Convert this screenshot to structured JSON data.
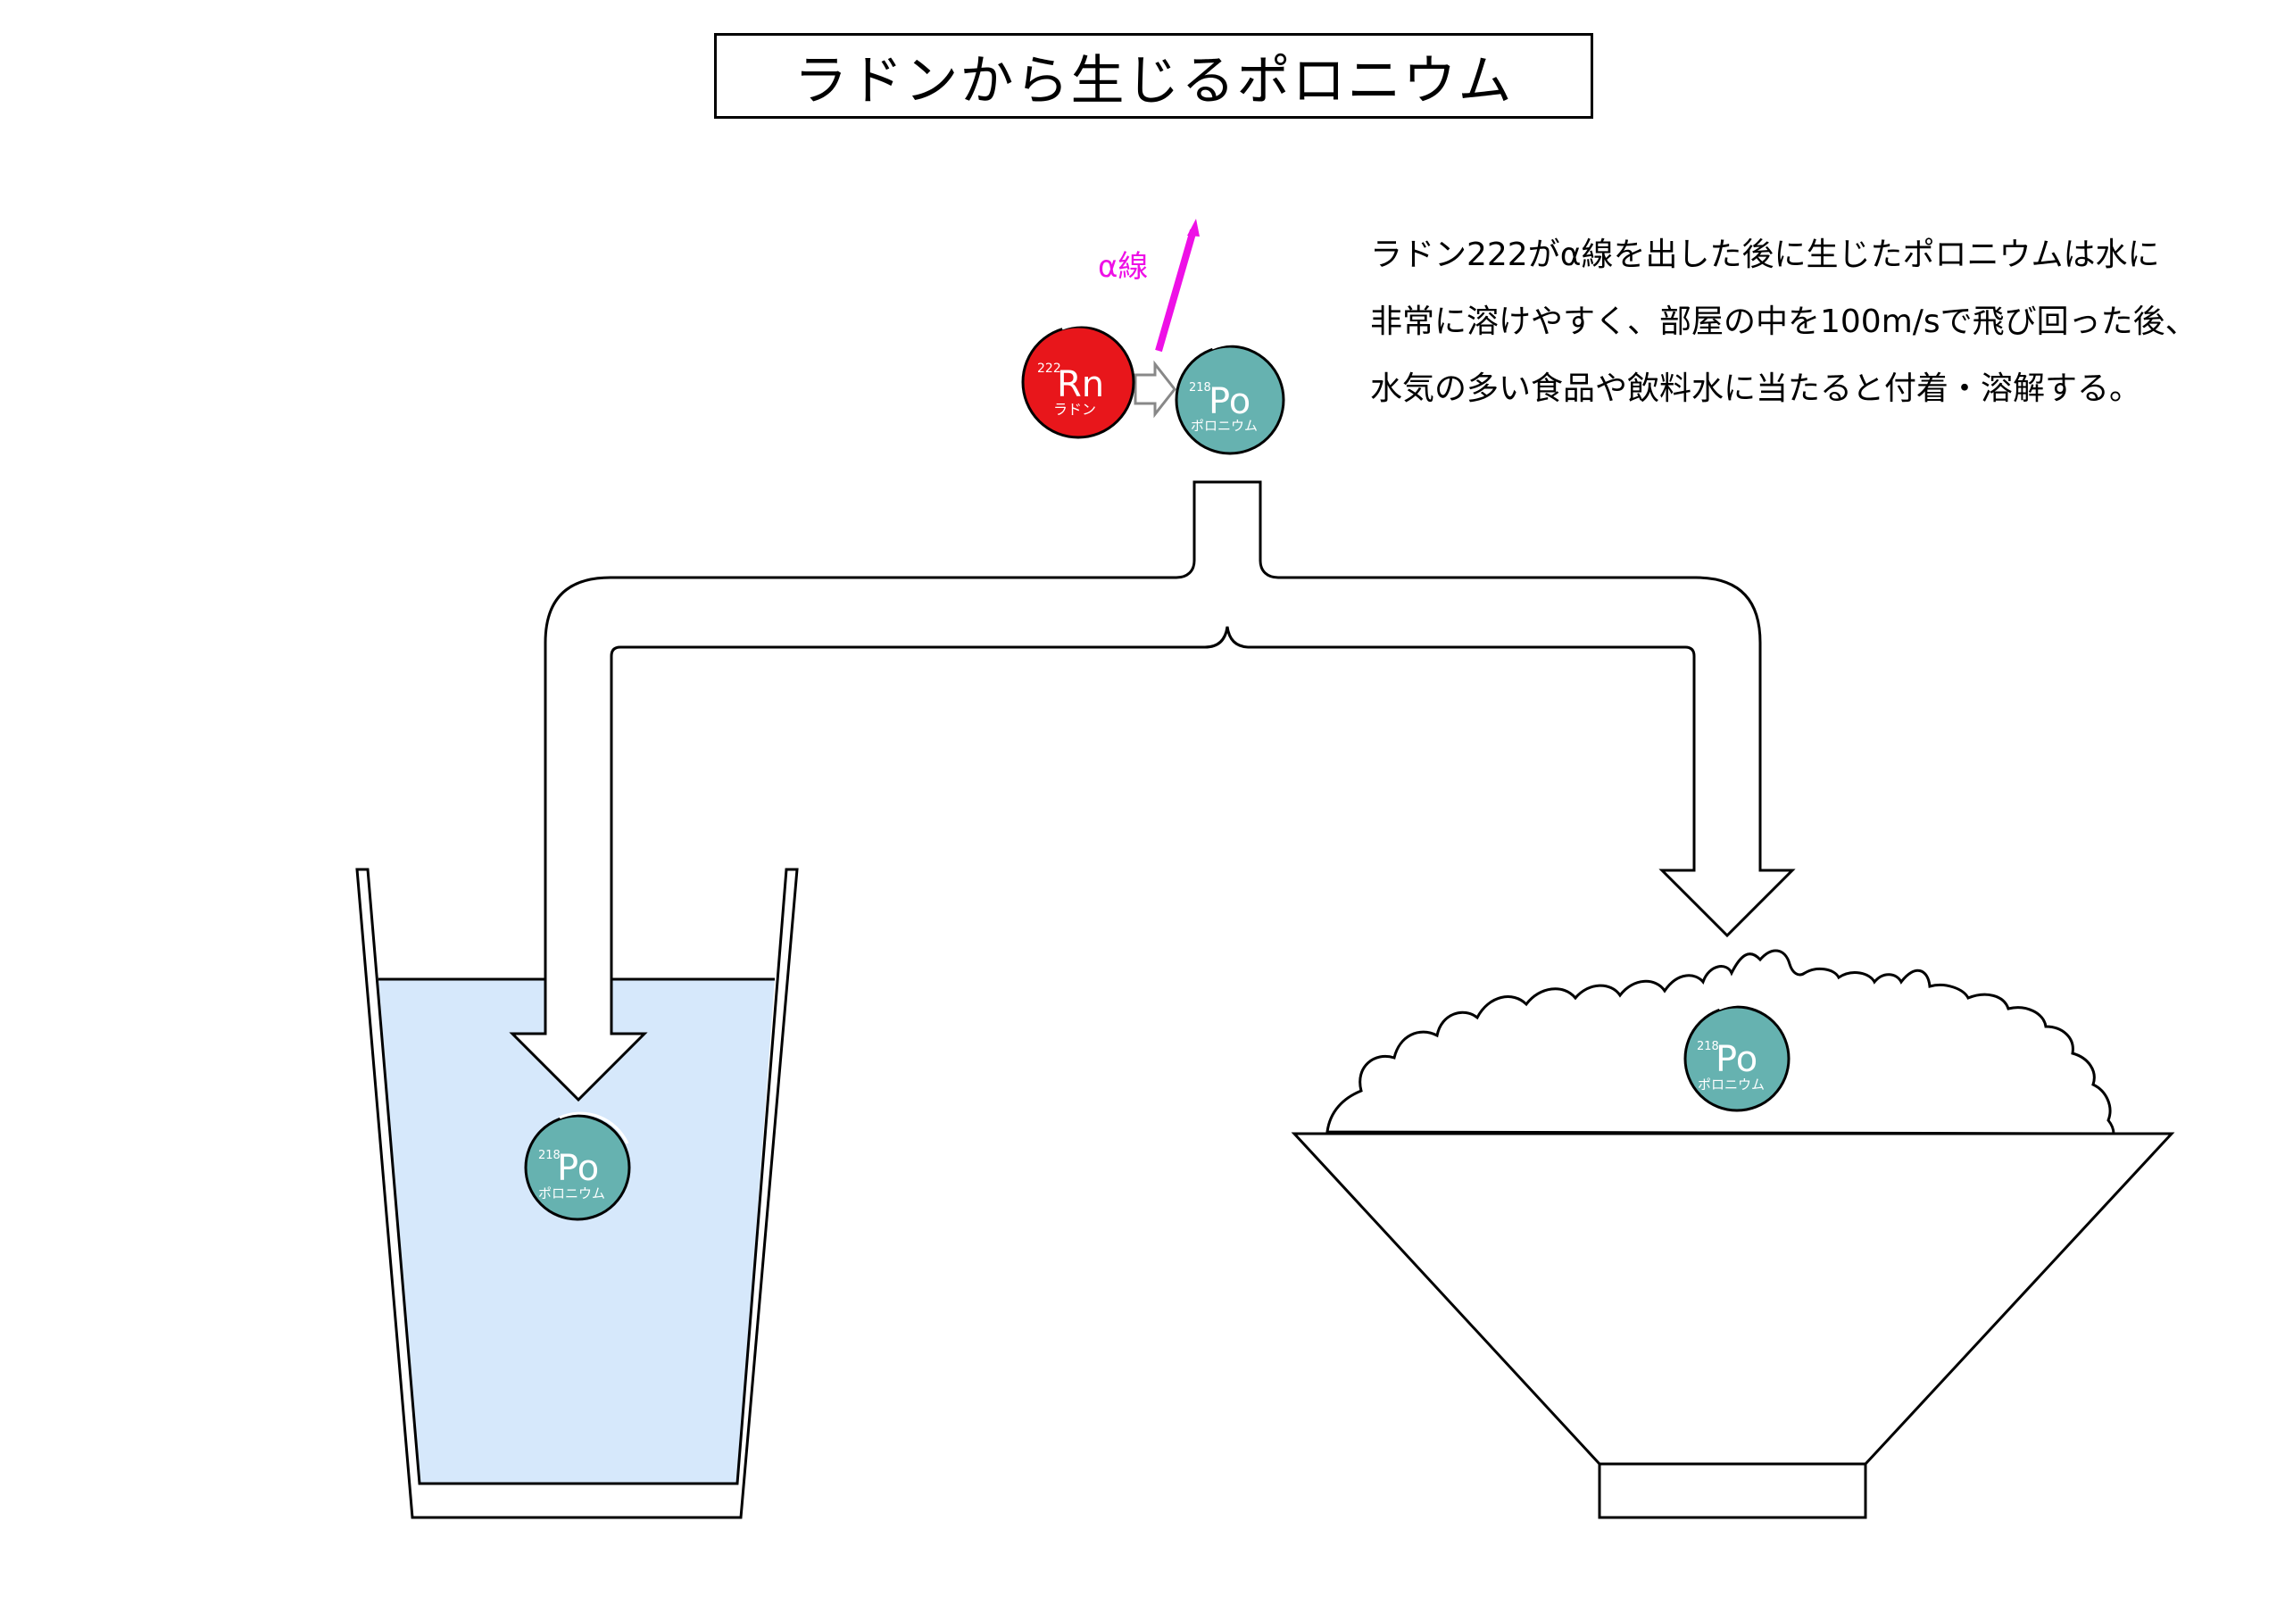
{
  "title": "ラドンから生じるポロニウム",
  "description": [
    "ラドン222がα線を出した後に生じたポロニウムは水に",
    "非常に溶けやすく、部屋の中を100m/sで飛び回った後、",
    "水気の多い食品や飲料水に当たると付着・溶解する。"
  ],
  "alpha_label": "α線",
  "radon": {
    "symbol": "Rn",
    "mass_number": "222",
    "name": "ラドン"
  },
  "polonium": {
    "symbol": "Po",
    "mass_number": "218",
    "name": "ポロニウム"
  },
  "colors": {
    "radon": "#e8161b",
    "polonium": "#66b2b0",
    "alpha_ray": "#ee10e6",
    "water": "#d6e8fb"
  }
}
